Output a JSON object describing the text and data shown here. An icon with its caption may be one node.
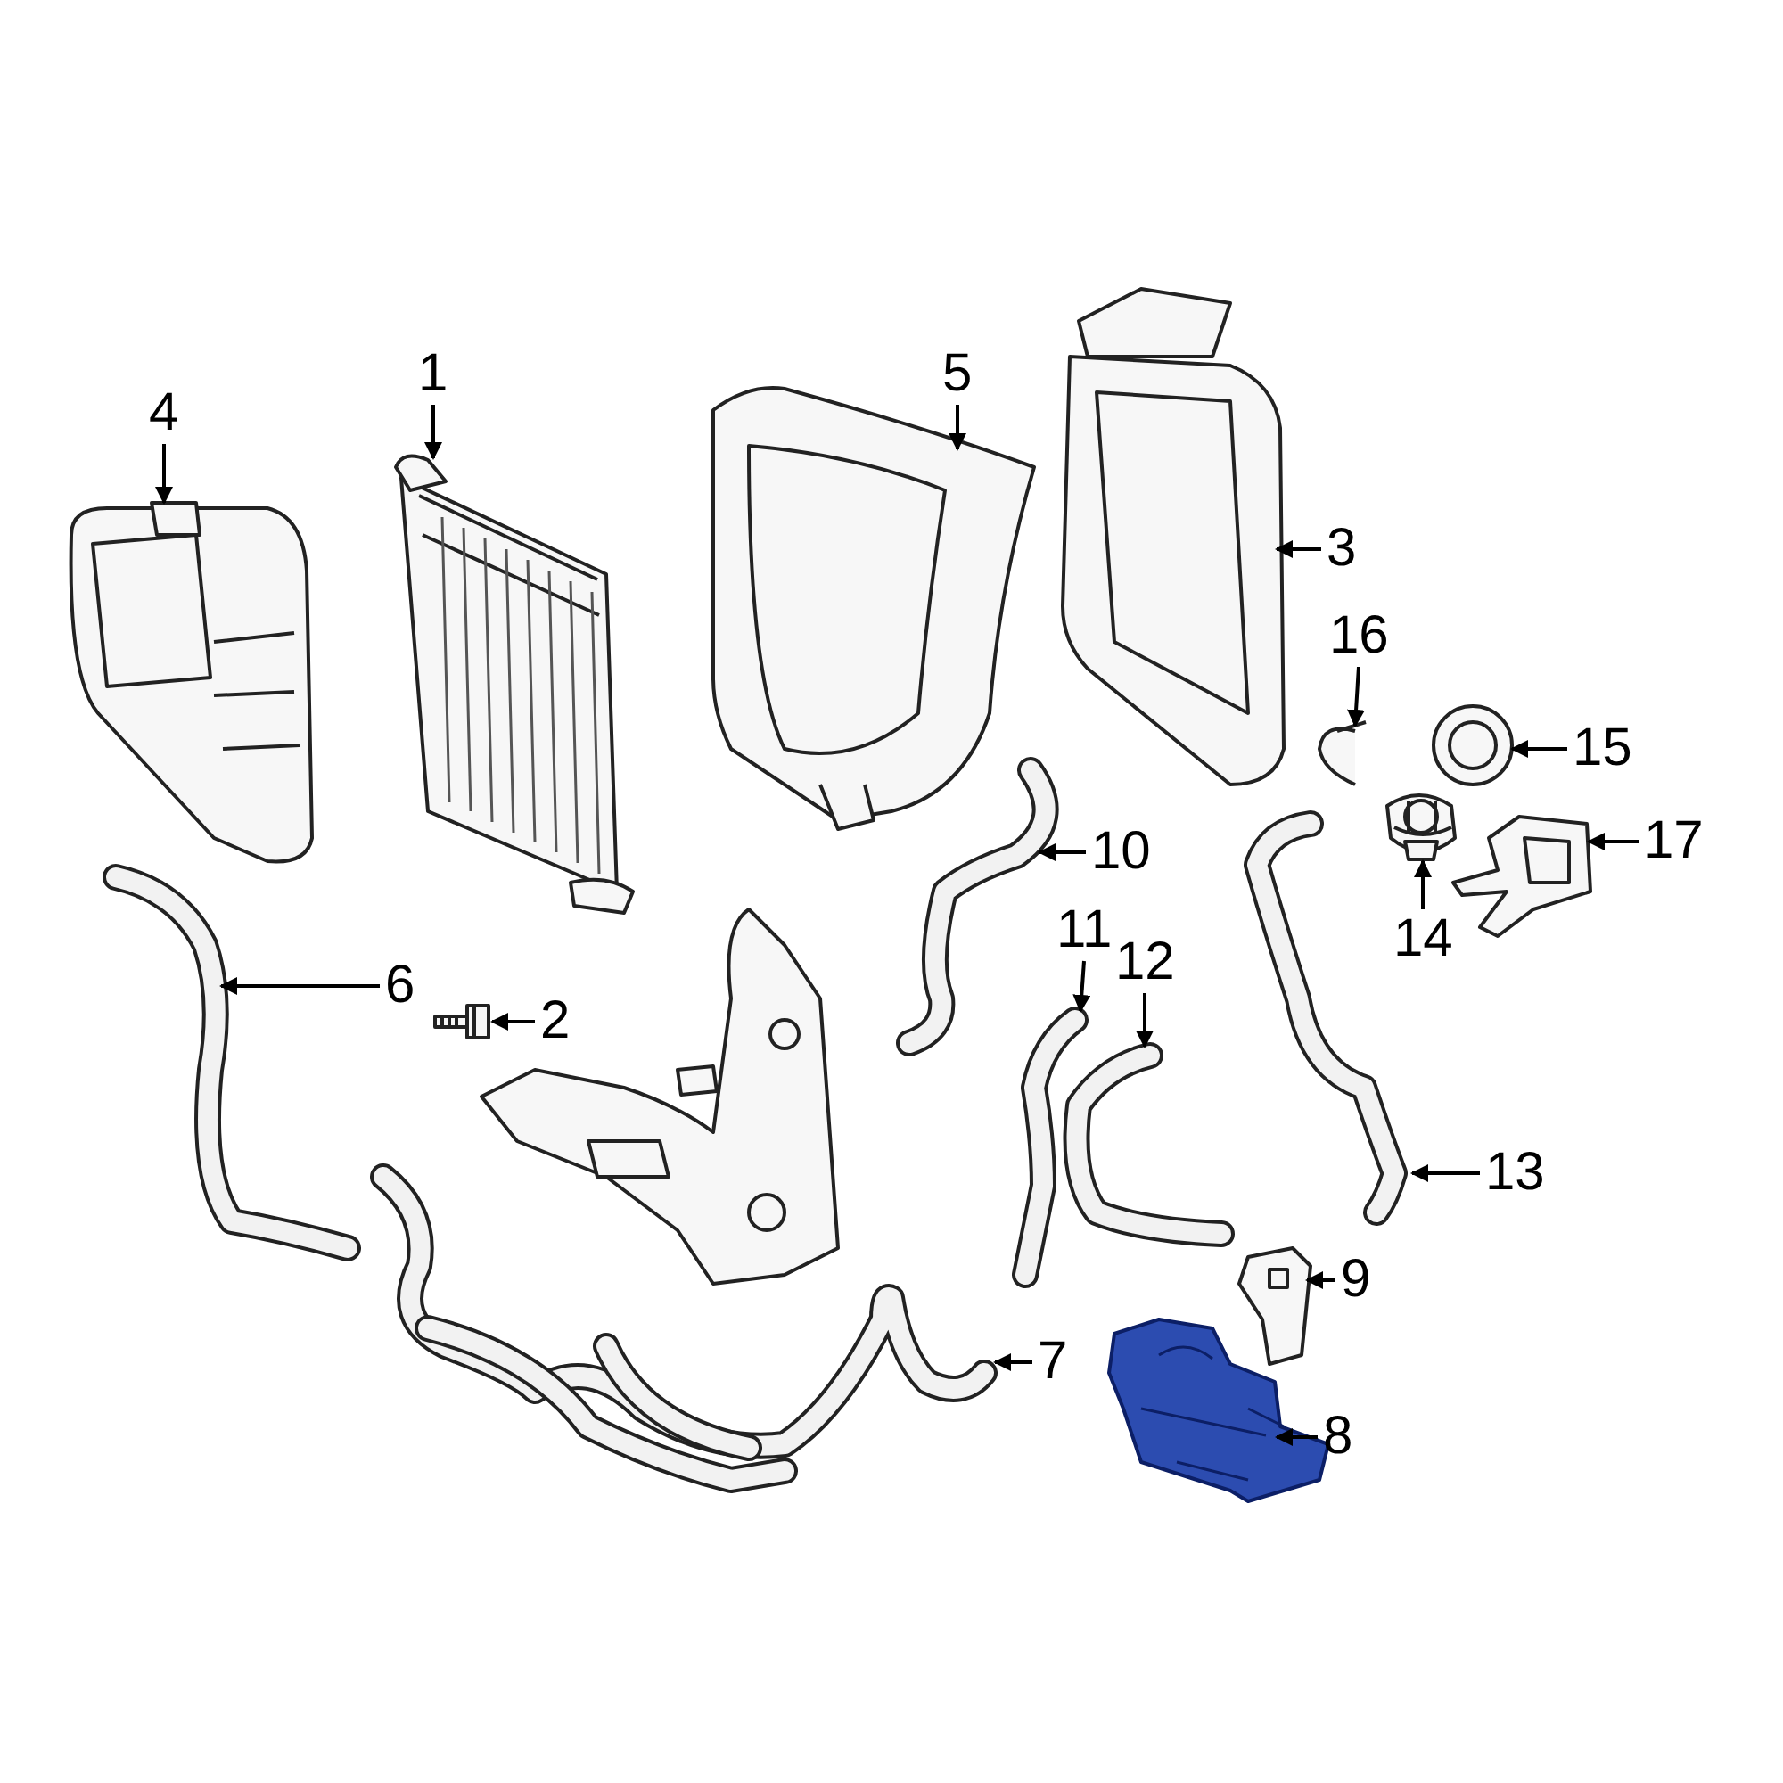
{
  "diagram": {
    "nodes": [
      {
        "text": [
          "1"
        ]
      },
      {
        "text": [
          "4"
        ]
      },
      {
        "text": [
          "5"
        ]
      },
      {
        "text": [
          "3"
        ]
      },
      {
        "text": [
          "16"
        ]
      },
      {
        "text": [
          "15"
        ]
      },
      {
        "text": [
          "10"
        ]
      },
      {
        "text": [
          "17"
        ]
      },
      {
        "text": [
          "14"
        ]
      },
      {
        "text": [
          "6"
        ]
      },
      {
        "text": [
          "11"
        ]
      },
      {
        "text": [
          "12"
        ]
      },
      {
        "text": [
          "2"
        ]
      },
      {
        "text": [
          "13"
        ]
      },
      {
        "text": [
          "9"
        ]
      },
      {
        "text": [
          "7"
        ]
      },
      {
        "text": [
          "8"
        ]
      },
      {
        "text": [],
        "shape": "picture"
      },
      {
        "text": [],
        "shape": "picture"
      },
      {
        "text": [],
        "shape": "picture"
      },
      {
        "text": [],
        "shape": "picture"
      },
      {
        "text": [],
        "shape": "picture"
      },
      {
        "text": [],
        "shape": "picture"
      },
      {
        "text": [],
        "shape": "picture"
      },
      {
        "text": [],
        "shape": "picture"
      },
      {
        "text": [],
        "shape": "picture"
      },
      {
        "text": [],
        "shape": "picture"
      },
      {
        "text": [],
        "shape": "picture"
      },
      {
        "text": [],
        "shape": "picture"
      },
      {
        "text": [],
        "shape": "picture"
      },
      {
        "text": [],
        "shape": "picture"
      },
      {
        "text": [],
        "shape": "picture"
      },
      {
        "text": [],
        "shape": "picture"
      },
      {
        "text": [],
        "shape": "picture"
      }
    ],
    "edges": [
      {
        "from": 0,
        "to": 19,
        "arrow": "to"
      },
      {
        "from": 1,
        "to": 17,
        "arrow": "to"
      },
      {
        "from": 2,
        "to": 22,
        "arrow": "to"
      },
      {
        "from": 3,
        "to": 26,
        "arrow": "to"
      },
      {
        "from": 4,
        "to": 29,
        "arrow": "to"
      },
      {
        "from": 5,
        "to": 32,
        "arrow": "to"
      },
      {
        "from": 6,
        "to": 23,
        "arrow": "to"
      },
      {
        "from": 7,
        "to": 33,
        "arrow": "to"
      },
      {
        "from": 8,
        "to": 31,
        "arrow": "to"
      },
      {
        "from": 9,
        "to": 18,
        "arrow": "to"
      },
      {
        "from": 10,
        "to": 24,
        "arrow": "to"
      },
      {
        "from": 11,
        "to": 25,
        "arrow": "to"
      },
      {
        "from": 12,
        "to": 20,
        "arrow": "to"
      },
      {
        "from": 13,
        "to": 30,
        "arrow": "to"
      },
      {
        "from": 14,
        "to": 28,
        "arrow": "to"
      },
      {
        "from": 15,
        "to": 21,
        "arrow": "to"
      },
      {
        "from": 16,
        "to": 27,
        "arrow": "to"
      }
    ]
  }
}
